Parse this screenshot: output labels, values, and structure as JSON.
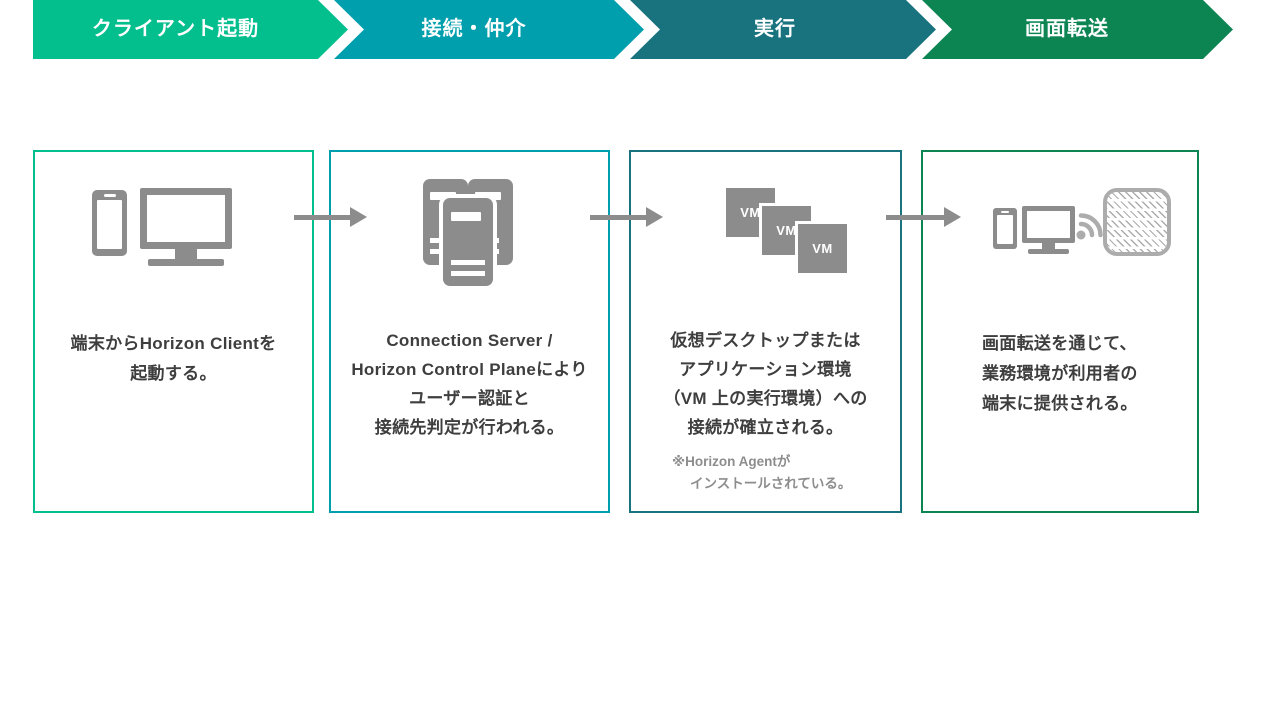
{
  "colors": {
    "banner1": "#03BE8D",
    "banner2": "#009FAD",
    "banner3": "#19737F",
    "banner4": "#0C8553",
    "icon": "#8C8C8C",
    "icon_light": "#ACACAC",
    "text": "#3E3E3E",
    "note": "#8D8D8D"
  },
  "banners": [
    {
      "label": "クライアント起動"
    },
    {
      "label": "接続・仲介"
    },
    {
      "label": "実行"
    },
    {
      "label": "画面転送"
    }
  ],
  "steps": [
    {
      "lines": [
        "端末からHorizon Clientを",
        "起動する。"
      ]
    },
    {
      "lines": [
        "Connection Server /",
        "Horizon Control Planeにより",
        "ユーザー認証と",
        "接続先判定が行われる。"
      ]
    },
    {
      "lines": [
        "仮想デスクトップまたは",
        "アプリケーション環境",
        "（VM 上の実行環境）への",
        "接続が確立される。"
      ],
      "note_lines": [
        "※Horizon Agentが",
        "インストールされている。"
      ]
    },
    {
      "lines": [
        "画面転送を通じて、",
        "業務環境が利用者の",
        "端末に提供される。"
      ]
    }
  ],
  "vm_label": "VM"
}
